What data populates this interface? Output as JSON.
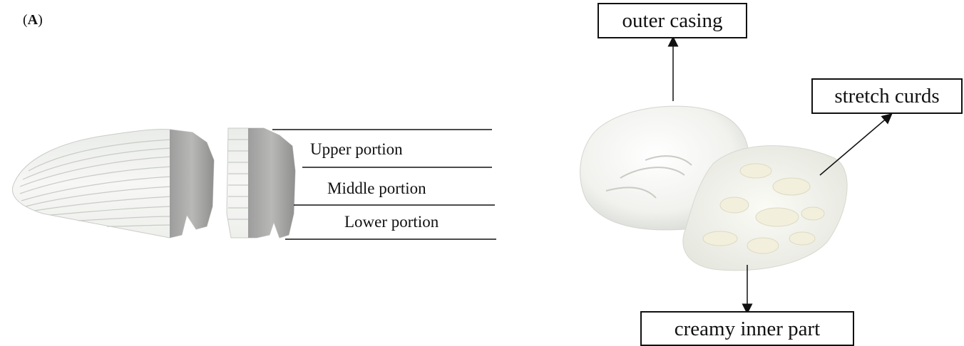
{
  "panel": {
    "open": "(",
    "letter": "A",
    "close": ")"
  },
  "stratified_cheese": {
    "portions": {
      "upper": "Upper portion",
      "middle": "Middle portion",
      "lower": "Lower portion"
    }
  },
  "burrata": {
    "labels": {
      "outer_casing": "outer casing",
      "stretch_curds": "stretch curds",
      "creamy_inner_part": "creamy inner part"
    }
  },
  "colors": {
    "cheese_white": "#f4f4f1",
    "cheese_cut": "#a9a9a9",
    "lines": "#111111"
  }
}
